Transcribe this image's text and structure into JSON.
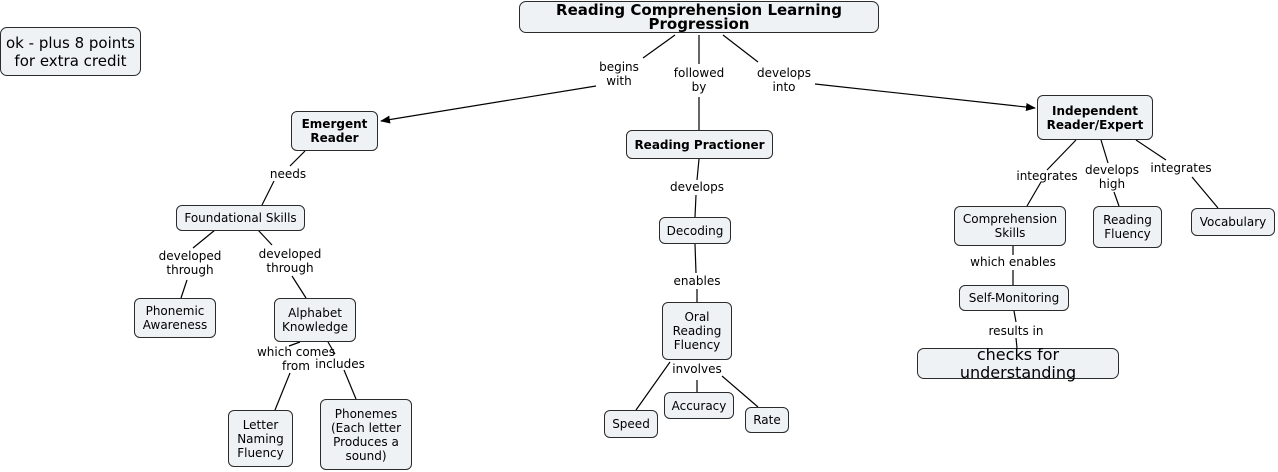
{
  "note": "ok - plus 8 points\nfor extra credit",
  "nodes": {
    "title": "Reading Comprehension Learning Progression",
    "emergent": "Emergent\nReader",
    "practioner": "Reading Practioner",
    "independent": "Independent\nReader/Expert",
    "foundational": "Foundational Skills",
    "phonemic": "Phonemic\nAwareness",
    "alphabet": "Alphabet\nKnowledge",
    "letter_naming": "Letter\nNaming\nFluency",
    "phonemes": "Phonemes\n(Each letter\nProduces a\nsound)",
    "decoding": "Decoding",
    "oral": "Oral\nReading\nFluency",
    "speed": "Speed",
    "accuracy": "Accuracy",
    "rate": "Rate",
    "comprehension": "Comprehension\nSkills",
    "reading_fluency": "Reading\nFluency",
    "vocabulary": "Vocabulary",
    "self_monitoring": "Self-Monitoring",
    "checks": "checks for understanding"
  },
  "links": {
    "begins_with": "begins\nwith",
    "followed_by": "followed\nby",
    "develops_into": "develops\ninto",
    "needs": "needs",
    "dev_through_1": "developed\nthrough",
    "dev_through_2": "developed\nthrough",
    "which_comes_from": "which comes\nfrom",
    "includes": "includes",
    "develops": "develops",
    "enables": "enables",
    "involves": "involves",
    "integrates_1": "integrates",
    "develops_high": "develops\nhigh",
    "integrates_2": "integrates",
    "which_enables": "which enables",
    "results_in": "results in"
  }
}
